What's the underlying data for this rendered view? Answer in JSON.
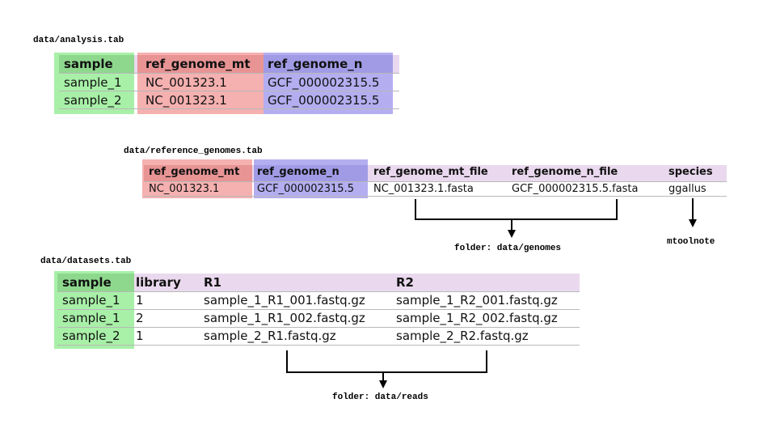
{
  "analysis": {
    "file_label": "data/analysis.tab",
    "headers": [
      "sample",
      "ref_genome_mt",
      "ref_genome_n"
    ],
    "rows": [
      [
        "sample_1",
        "NC_001323.1",
        "GCF_000002315.5"
      ],
      [
        "sample_2",
        "NC_001323.1",
        "GCF_000002315.5"
      ]
    ]
  },
  "reference_genomes": {
    "file_label": "data/reference_genomes.tab",
    "headers": [
      "ref_genome_mt",
      "ref_genome_n",
      "ref_genome_mt_file",
      "ref_genome_n_file",
      "species"
    ],
    "rows": [
      [
        "NC_001323.1",
        "GCF_000002315.5",
        "NC_001323.1.fasta",
        "GCF_000002315.5.fasta",
        "ggallus"
      ]
    ]
  },
  "datasets": {
    "file_label": "data/datasets.tab",
    "headers": [
      "sample",
      "library",
      "R1",
      "R2"
    ],
    "rows": [
      [
        "sample_1",
        "1",
        "sample_1_R1_001.fastq.gz",
        "sample_1_R2_001.fastq.gz"
      ],
      [
        "sample_1",
        "2",
        "sample_1_R1_002.fastq.gz",
        "sample_1_R2_002.fastq.gz"
      ],
      [
        "sample_2",
        "1",
        "sample_2_R1.fastq.gz",
        "sample_2_R2.fastq.gz"
      ]
    ]
  },
  "annotations": {
    "genomes_folder": "folder: data/genomes",
    "species_target": "mtoolnote",
    "reads_folder": "folder: data/reads"
  },
  "colors": {
    "sample_green": "#a8f0a8",
    "sample_green_header": "#8ed88e",
    "mt_red": "#f5b0b0",
    "mt_red_header": "#e89494",
    "n_blue": "#b4aef0",
    "n_blue_header": "#a19be6",
    "header_lilac": "#ead9ee"
  }
}
